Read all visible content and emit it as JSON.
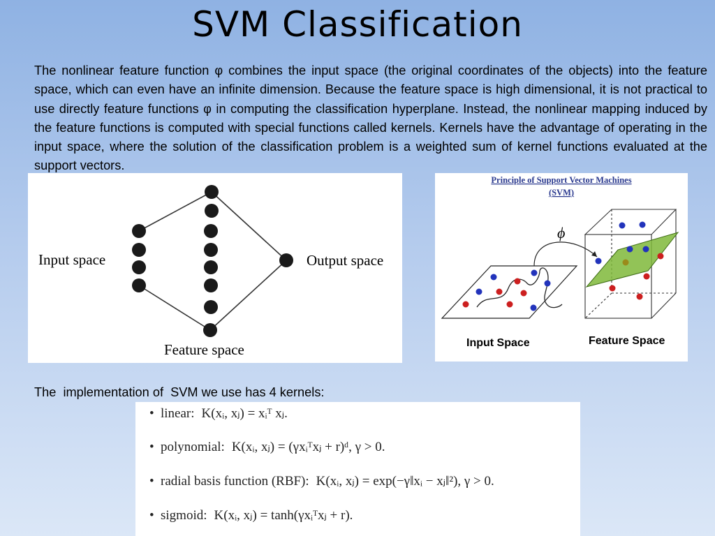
{
  "title": "SVM Classification",
  "paragraph": "The nonlinear feature function φ combines the input space (the original coordinates of the objects) into the feature space, which can even have an infinite dimension. Because the feature space is high dimensional, it is not practical to use directly feature functions φ in computing the classification hyperplane. Instead, the nonlinear mapping induced by the feature functions is computed with special functions called kernels. Kernels have the advantage of operating in the input space, where the solution of the classification problem is a weighted sum of kernel functions evaluated at the support vectors.",
  "nn_diagram": {
    "input_label": "Input space",
    "output_label": "Output space",
    "feature_label": "Feature space"
  },
  "svm_figure": {
    "title_line1": "Principle of Support Vector Machines",
    "title_line2": "(SVM)",
    "phi_label": "ϕ",
    "input_label": "Input Space",
    "feature_label": "Feature Space"
  },
  "kernels_intro": "The  implementation of  SVM we use has 4 kernels:",
  "kernels": [
    {
      "bullet": "•",
      "name": "linear:",
      "formula": "K(xᵢ, xⱼ) = xᵢᵀ xⱼ."
    },
    {
      "bullet": "•",
      "name": "polynomial:",
      "formula": "K(xᵢ, xⱼ) = (γxᵢᵀxⱼ + r)ᵈ, γ > 0."
    },
    {
      "bullet": "•",
      "name": "radial basis function (RBF):",
      "formula": "K(xᵢ, xⱼ) = exp(−γ‖xᵢ − xⱼ‖²), γ > 0."
    },
    {
      "bullet": "•",
      "name": "sigmoid:",
      "formula": "K(xᵢ, xⱼ) = tanh(γxᵢᵀxⱼ + r)."
    }
  ]
}
